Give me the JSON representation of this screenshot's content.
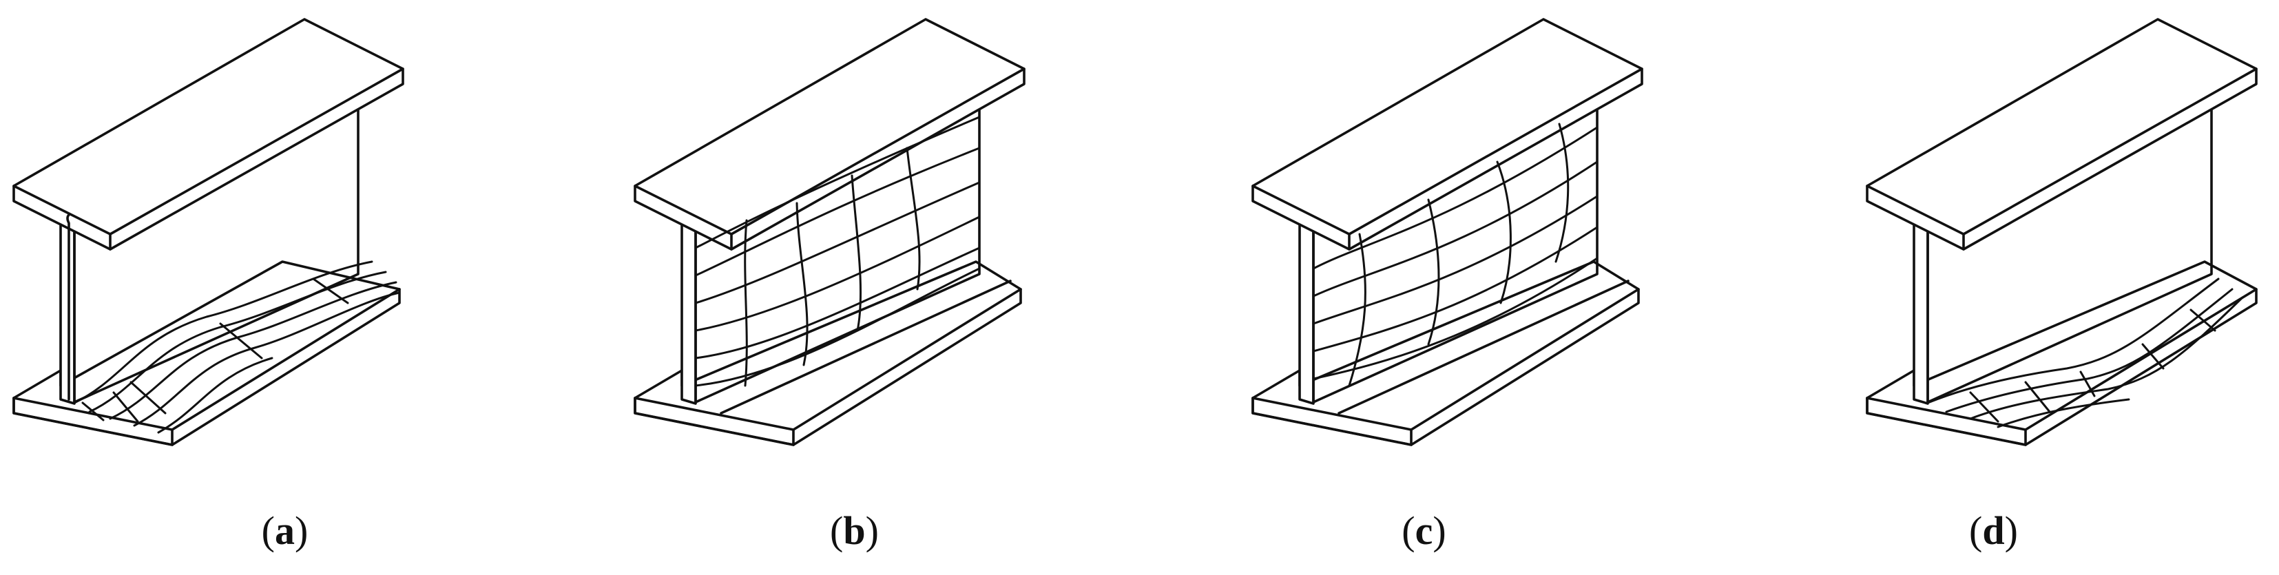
{
  "panels": [
    {
      "id": "a",
      "caption_open": "(",
      "caption_letter": "a",
      "caption_close": ")",
      "mode": "lower-flange-local"
    },
    {
      "id": "b",
      "caption_open": "(",
      "caption_letter": "b",
      "caption_close": ")",
      "mode": "web-distortional"
    },
    {
      "id": "c",
      "caption_open": "(",
      "caption_letter": "c",
      "caption_close": ")",
      "mode": "web-global"
    },
    {
      "id": "d",
      "caption_open": "(",
      "caption_letter": "d",
      "caption_close": ")",
      "mode": "lower-flange-wave"
    }
  ]
}
